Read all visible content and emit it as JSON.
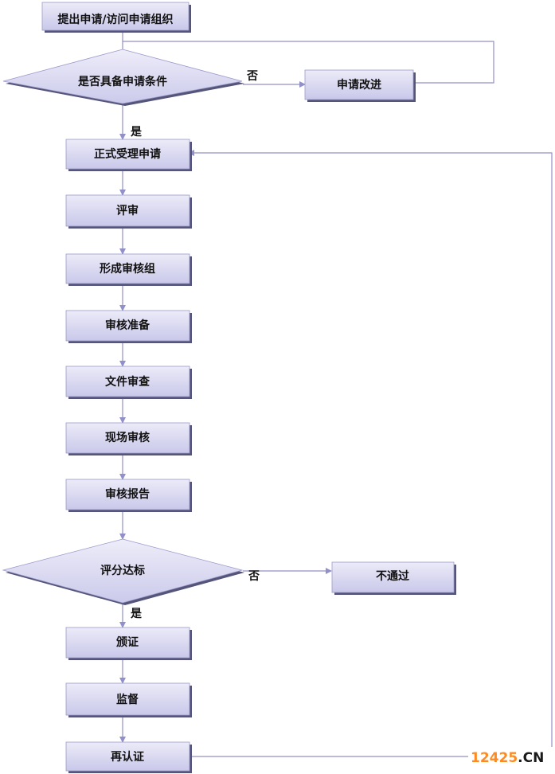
{
  "nodes": {
    "submit": "提出申请/访问申请组织",
    "check_conditions": "是否具备申请条件",
    "improve": "申请改进",
    "accept": "正式受理申请",
    "review": "评审",
    "form_team": "形成审核组",
    "prepare": "审核准备",
    "doc_review": "文件审查",
    "onsite": "现场审核",
    "report": "审核报告",
    "score": "评分达标",
    "fail": "不通过",
    "certify": "颁证",
    "supervise": "监督",
    "recertify": "再认证"
  },
  "edge_labels": {
    "no_1": "否",
    "yes_1": "是",
    "no_2": "否",
    "yes_2": "是"
  },
  "watermark": {
    "number": "12425",
    "suffix": ".CN"
  },
  "colors": {
    "node_fill_top": "#ecebf8",
    "node_fill_bottom": "#c9c8ea",
    "node_shadow": "#55557a",
    "line": "#9290c8"
  }
}
